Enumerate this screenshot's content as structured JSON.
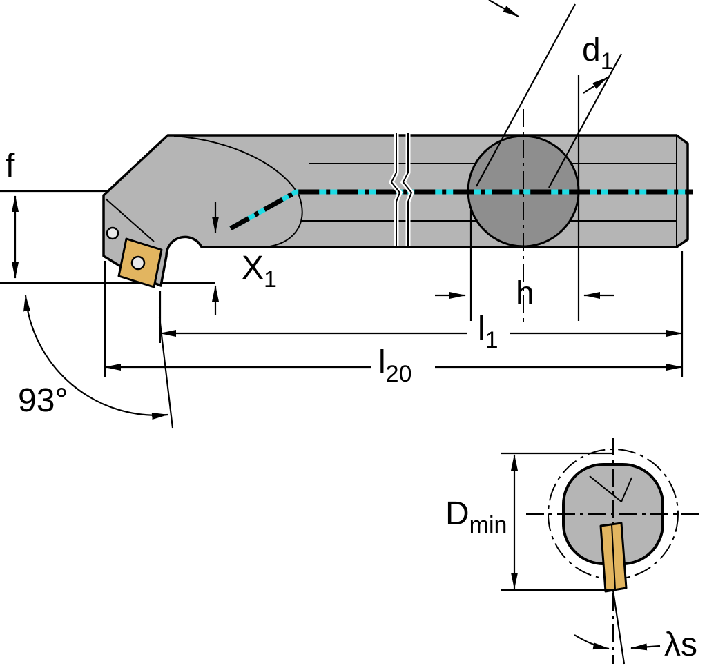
{
  "diagram": {
    "colors": {
      "background": "#ffffff",
      "bar_fill": "#b5b5b5",
      "bore_fill": "#8e8e8e",
      "insert_fill": "#e2b560",
      "screw_fill": "#e9e9e9",
      "centerline": "#1fdbe4",
      "line": "#000000"
    },
    "labels": {
      "f": {
        "main": "f"
      },
      "d1": {
        "main": "d",
        "sub": "1"
      },
      "x1": {
        "main": "X",
        "sub": "1"
      },
      "h": {
        "main": "h"
      },
      "l1": {
        "main": "l",
        "sub": "1"
      },
      "l20": {
        "main": "l",
        "sub": "20"
      },
      "angle_93": {
        "main": "93°"
      },
      "d_min": {
        "main": "D",
        "sub": "min"
      },
      "lambda_s": {
        "main": "λs"
      }
    }
  }
}
